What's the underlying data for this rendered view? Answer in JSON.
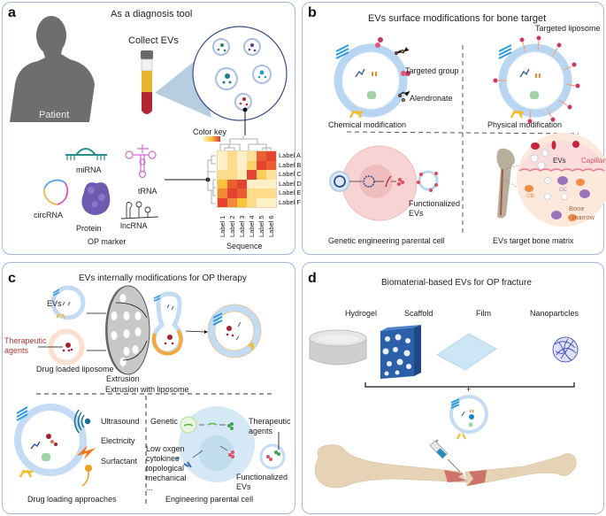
{
  "panels": {
    "a": {
      "label": "a",
      "title": "As a diagnosis tool",
      "patient": "Patient",
      "collect": "Collect EVs",
      "markers": {
        "mirna": "miRNA",
        "trna": "tRNA",
        "circrna": "circRNA",
        "protein": "Protein",
        "lncrna": "lncRNA",
        "group": "OP marker"
      },
      "heatmap": {
        "color_key": "Color key",
        "xlabel": "Sequence",
        "columns": [
          "Label 1",
          "Label 2",
          "Label 3",
          "Label 4",
          "Label 5",
          "Label 6"
        ],
        "rows": [
          "Label A",
          "Label B",
          "Label C",
          "Label D",
          "Label E",
          "Label F"
        ],
        "values": [
          [
            0.05,
            0.25,
            0.05,
            0.2,
            0.85,
            0.95
          ],
          [
            0.05,
            0.25,
            0.05,
            0.35,
            0.95,
            0.85
          ],
          [
            0.25,
            0.25,
            0.1,
            0.95,
            0.4,
            0.2
          ],
          [
            0.5,
            0.85,
            0.95,
            0.05,
            0.05,
            0.05
          ],
          [
            0.7,
            0.95,
            0.85,
            0.25,
            0.25,
            0.25
          ],
          [
            0.95,
            0.7,
            0.5,
            0.25,
            0.05,
            0.05
          ]
        ],
        "colors": {
          "low": "#fff5d8",
          "mid": "#f9c23c",
          "high": "#e2352e"
        }
      }
    },
    "b": {
      "label": "b",
      "title": "EVs surface modifications for bone target",
      "targeted_group": "Targeted group",
      "alendronate": "Alendronate",
      "chemical": "Chemical modification",
      "targeted_liposome": "Targeted liposome",
      "physical": "Physical modification",
      "functionalized": "Functionalized",
      "functionalized2": "EVs",
      "genetic": "Genetic engineering parental cell",
      "evs": "EVs",
      "capillary": "Capillary",
      "oc": "OC",
      "ob": "OB",
      "bone": "Bone",
      "marrow": "marrow",
      "bone_matrix": "EVs target bone matrix"
    },
    "c": {
      "label": "c",
      "title": "EVs internally modifications for OP therapy",
      "evs": "EVs",
      "therapeutic": "Therapeutic",
      "agents": "agents",
      "drug_liposome": "Drug loaded liposome",
      "extrusion": "Extrusion",
      "extrusion_with": "Extrusion with liposome",
      "ultrasound": "Ultrasound",
      "electricity": "Electricity",
      "surfactant": "Surfactant",
      "drug_loading": "Drug loading approaches",
      "genetic": "Genetic",
      "conditions": [
        "Low oxgen",
        "cytokines",
        "topological",
        "mechanical",
        "..."
      ],
      "therapeutic2": "Therapeutic",
      "agents2": "agents",
      "functionalized": "Functionalized",
      "functionalized2": "EVs",
      "engineering": "Engineering parental cell"
    },
    "d": {
      "label": "d",
      "title": "Biomaterial-based EVs for OP fracture",
      "materials": [
        "Hydrogel",
        "Scaffold",
        "Film",
        "Nanoparticles"
      ],
      "plus": "+"
    }
  }
}
